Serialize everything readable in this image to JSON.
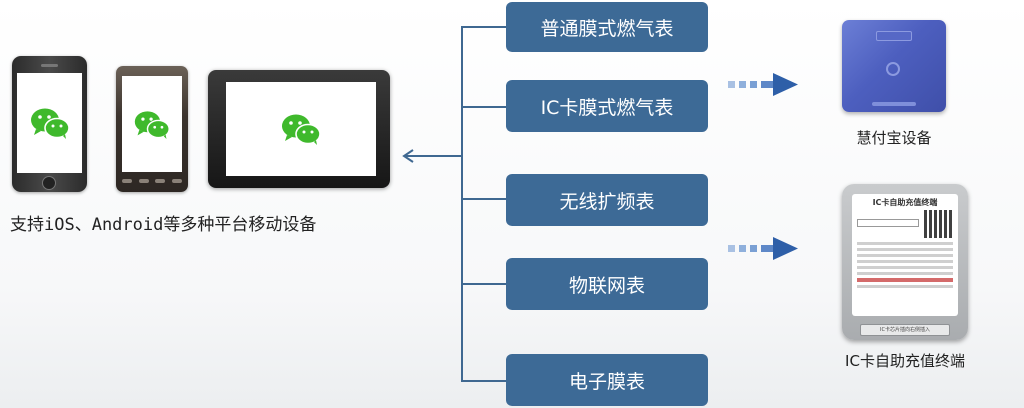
{
  "caption_left": "支持iOS、Android等多种平台移动设备",
  "meters": [
    {
      "label": "普通膜式燃气表"
    },
    {
      "label": "IC卡膜式燃气表"
    },
    {
      "label": "无线扩频表"
    },
    {
      "label": "物联网表"
    },
    {
      "label": "电子膜表"
    }
  ],
  "products": {
    "huifubao": {
      "label": "慧付宝设备"
    },
    "kiosk": {
      "label": "IC卡自助充值终端",
      "screen_title": "IC卡自助充值终端",
      "strip_text": "IC卡芯片插向右侧插入"
    }
  },
  "colors": {
    "box": "#3d6a96",
    "line": "#3f6891",
    "arrow_dark": "#2e5fa8",
    "arrow_light": "#a9c1e3",
    "wechat_green": "#3fb92c"
  },
  "icons": [
    "wechat-icon",
    "arrow-left-icon",
    "dashed-arrow-right-icon"
  ]
}
